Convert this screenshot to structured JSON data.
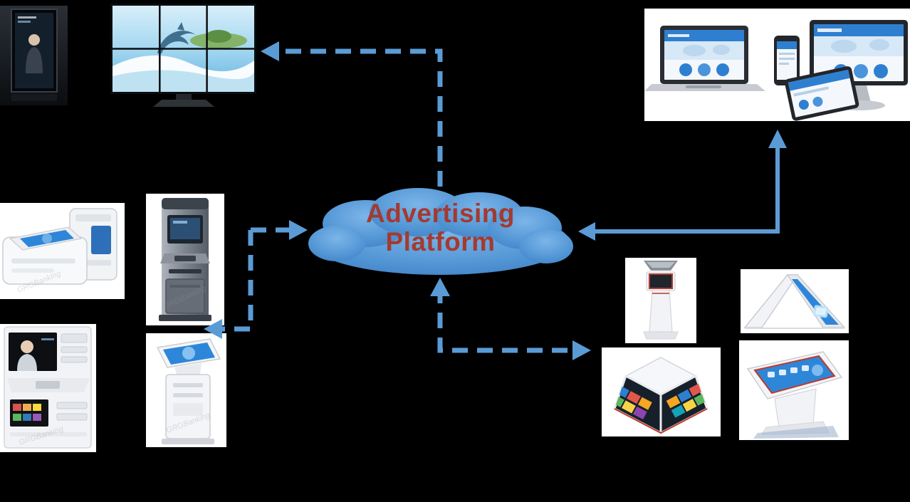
{
  "diagram": {
    "background": "#000000",
    "platform": {
      "line1": "Advertising",
      "line2": "Platform",
      "text_color": "#a43a30",
      "cloud_color": "#5497d6"
    },
    "watermark": "GRGBanking",
    "arrow_color": "#5b9bd5",
    "nodes": [
      {
        "id": "digital-signage-display",
        "area": "top-left"
      },
      {
        "id": "video-wall",
        "area": "top-left"
      },
      {
        "id": "web-devices",
        "area": "top-right"
      },
      {
        "id": "self-service-printers",
        "area": "middle-left"
      },
      {
        "id": "atm-kiosk",
        "area": "middle-left"
      },
      {
        "id": "video-teller-machine",
        "area": "bottom-left"
      },
      {
        "id": "touchscreen-kiosk",
        "area": "bottom-left"
      },
      {
        "id": "standing-kiosk",
        "area": "bottom-right"
      },
      {
        "id": "tent-tablet",
        "area": "bottom-right"
      },
      {
        "id": "pyramid-touch-table",
        "area": "bottom-right"
      },
      {
        "id": "interactive-touch-table",
        "area": "bottom-right"
      }
    ],
    "connections": [
      {
        "from": "advertising-platform",
        "to": "video-wall",
        "style": "dashed"
      },
      {
        "from": "atm-kiosk",
        "to": "advertising-platform",
        "style": "dashed"
      },
      {
        "from": "advertising-platform",
        "to": "touchscreen-kiosk",
        "style": "dashed"
      },
      {
        "from": "bottom-right-devices",
        "to": "advertising-platform",
        "style": "dashed",
        "bidirectional": true
      },
      {
        "from": "web-devices",
        "to": "advertising-platform",
        "style": "solid",
        "bidirectional": true
      }
    ]
  }
}
